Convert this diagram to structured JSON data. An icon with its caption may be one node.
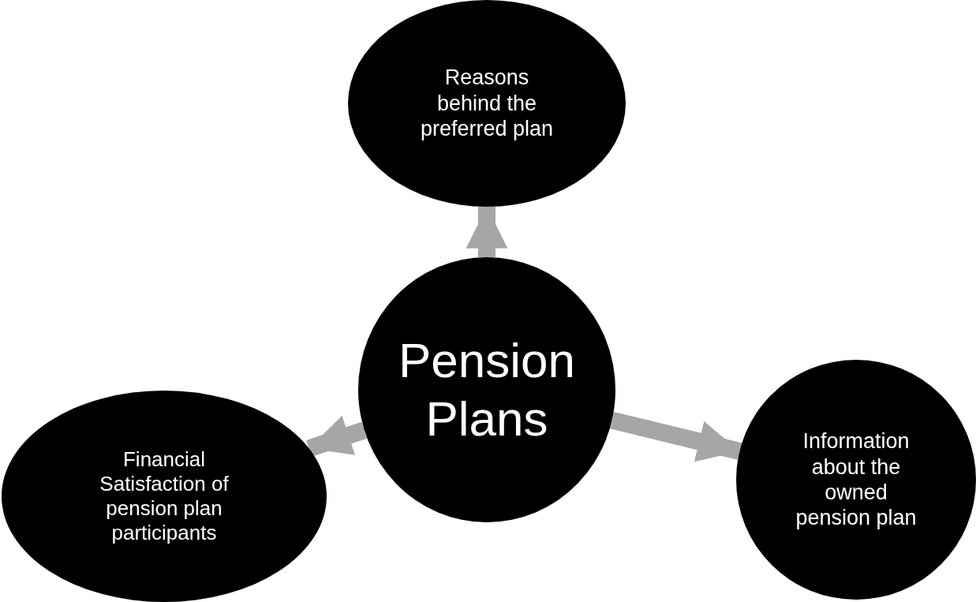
{
  "diagram": {
    "nodes": [
      {
        "text": [
          "Reasons behind the preferred plan"
        ]
      },
      {
        "text": [
          "Pension Plans"
        ]
      },
      {
        "text": [
          "Financial Satisfaction of pension plan participants"
        ]
      },
      {
        "text": [
          "Information about the owned pension plan"
        ]
      }
    ],
    "edges": [
      {
        "from": 1,
        "to": 0,
        "arrow": "to"
      },
      {
        "from": 1,
        "to": 2,
        "arrow": "to"
      },
      {
        "from": 1,
        "to": 3,
        "arrow": "to"
      }
    ]
  }
}
